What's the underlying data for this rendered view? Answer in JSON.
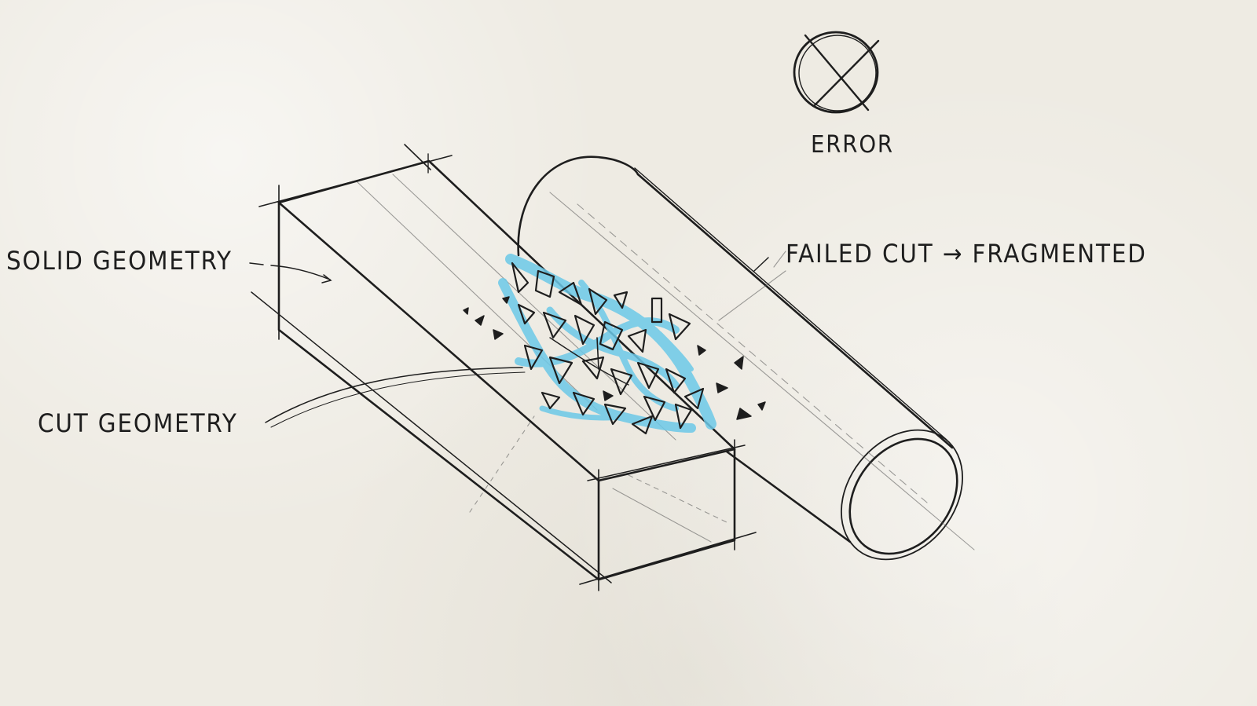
{
  "labels": {
    "error": "ERROR",
    "solid_geometry": "SOLID GEOMETRY",
    "cut_geometry": "CUT GEOMETRY",
    "failed_cut": "FAILED CUT → FRAGMENTED"
  },
  "icons": {
    "error": "error-circle-x-icon"
  },
  "colors": {
    "ink": "#1e1e1e",
    "highlight": "#6cc9e8",
    "paper": "#eeebe3"
  }
}
